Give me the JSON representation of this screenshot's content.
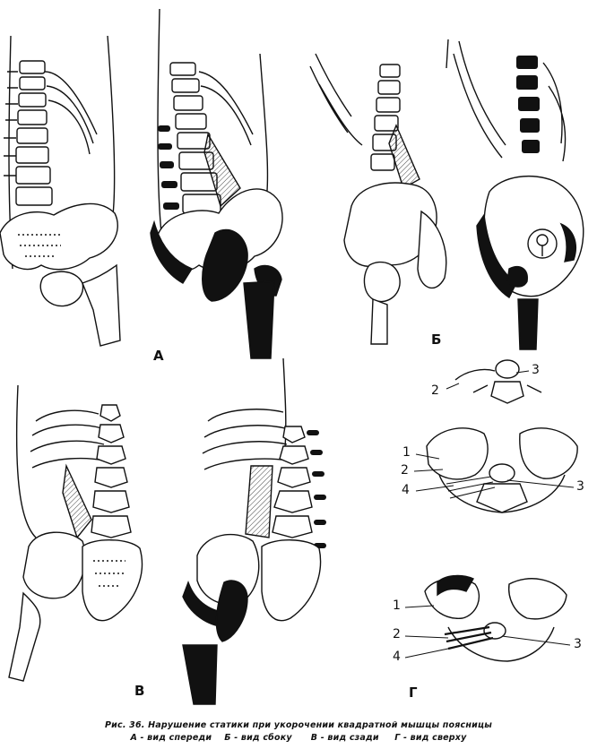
{
  "panels": {
    "front": "А",
    "side": "Б",
    "back": "В",
    "top": "Г"
  },
  "callouts": {
    "top_small": {
      "n2": "2",
      "n3": "3"
    },
    "top_mid": {
      "n1": "1",
      "n2": "2",
      "n4": "4",
      "n3": "3"
    },
    "top_bottom": {
      "n1": "1",
      "n2": "2",
      "n4": "4",
      "n3": "3"
    }
  },
  "caption": {
    "line1": "Рис. 36. Нарушение статики при укорочении квадратной мышцы поясницы",
    "line2": "А - вид спереди    Б - вид сбоку      В - вид сзади     Г - вид сверху"
  },
  "colors": {
    "ink": "#111111",
    "paper": "#ffffff"
  }
}
